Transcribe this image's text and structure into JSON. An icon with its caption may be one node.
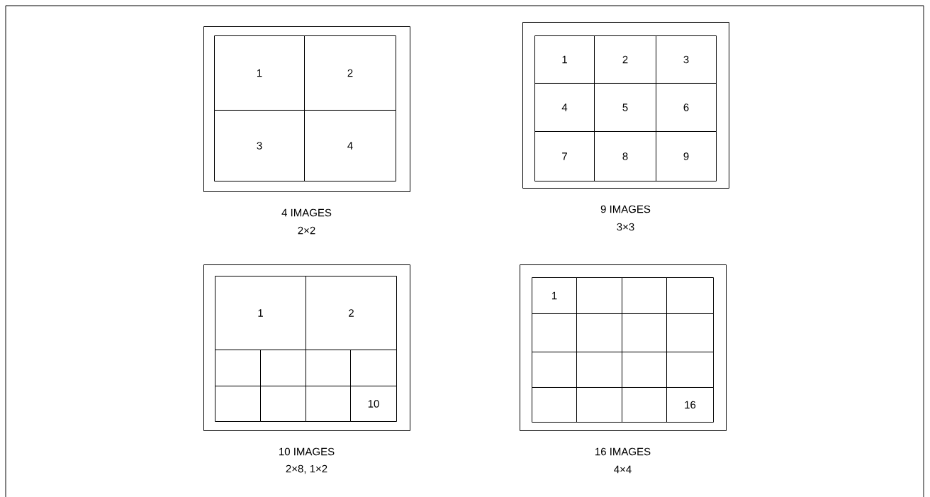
{
  "diagram": {
    "nodes": [
      {
        "text": [],
        "shape": "box",
        "beside": [
          "4 IMAGES",
          "2×2"
        ]
      },
      {
        "text": [
          "1"
        ],
        "in": 0
      },
      {
        "text": [
          "2"
        ],
        "in": 0
      },
      {
        "text": [
          "3"
        ],
        "in": 0
      },
      {
        "text": [
          "4"
        ],
        "in": 0
      },
      {
        "text": [],
        "shape": "box",
        "beside": [
          "9 IMAGES",
          "3×3"
        ]
      },
      {
        "text": [
          "1"
        ],
        "in": 5
      },
      {
        "text": [
          "2"
        ],
        "in": 5
      },
      {
        "text": [
          "3"
        ],
        "in": 5
      },
      {
        "text": [
          "4"
        ],
        "in": 5
      },
      {
        "text": [
          "5"
        ],
        "in": 5
      },
      {
        "text": [
          "6"
        ],
        "in": 5
      },
      {
        "text": [
          "7"
        ],
        "in": 5
      },
      {
        "text": [
          "8"
        ],
        "in": 5
      },
      {
        "text": [
          "9"
        ],
        "in": 5
      },
      {
        "text": [],
        "shape": "box",
        "beside": [
          "10 IMAGES",
          "2×8, 1×2"
        ]
      },
      {
        "text": [
          "1"
        ],
        "in": 15
      },
      {
        "text": [
          "2"
        ],
        "in": 15
      },
      {
        "text": [],
        "shape": "box",
        "in": 15
      },
      {
        "text": [],
        "shape": "box",
        "in": 15
      },
      {
        "text": [],
        "shape": "box",
        "in": 15
      },
      {
        "text": [],
        "shape": "box",
        "in": 15
      },
      {
        "text": [],
        "shape": "box",
        "in": 15
      },
      {
        "text": [],
        "shape": "box",
        "in": 15
      },
      {
        "text": [],
        "shape": "box",
        "in": 15
      },
      {
        "text": [
          "10"
        ],
        "in": 15
      },
      {
        "text": [],
        "shape": "box",
        "beside": [
          "16 IMAGES",
          "4×4"
        ]
      },
      {
        "text": [
          "1"
        ],
        "in": 26
      },
      {
        "text": [],
        "shape": "box",
        "in": 26
      },
      {
        "text": [],
        "shape": "box",
        "in": 26
      },
      {
        "text": [],
        "shape": "box",
        "in": 26
      },
      {
        "text": [],
        "shape": "box",
        "in": 26
      },
      {
        "text": [],
        "shape": "box",
        "in": 26
      },
      {
        "text": [],
        "shape": "box",
        "in": 26
      },
      {
        "text": [],
        "shape": "box",
        "in": 26
      },
      {
        "text": [],
        "shape": "box",
        "in": 26
      },
      {
        "text": [],
        "shape": "box",
        "in": 26
      },
      {
        "text": [],
        "shape": "box",
        "in": 26
      },
      {
        "text": [],
        "shape": "box",
        "in": 26
      },
      {
        "text": [],
        "shape": "box",
        "in": 26
      },
      {
        "text": [],
        "shape": "box",
        "in": 26
      },
      {
        "text": [],
        "shape": "box",
        "in": 26
      },
      {
        "text": [
          "16"
        ],
        "in": 26
      }
    ]
  }
}
